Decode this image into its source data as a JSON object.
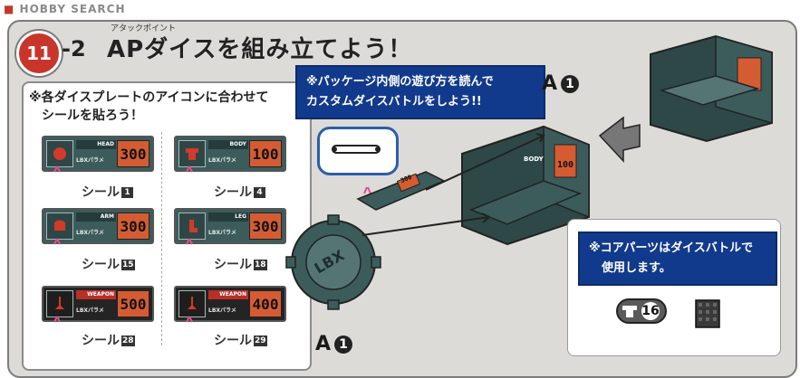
{
  "header": {
    "watermark": "HOBBY SEARCH",
    "step_number": "11",
    "step_sub": "-2",
    "title_ruby": "アタックポイント",
    "title": "APダイスを組み立てよう！"
  },
  "left_panel": {
    "instruction_line1": "※各ダイスプレートのアイコンに合わせて",
    "instruction_line2": "シールを貼ろう！",
    "stickers": [
      {
        "part_en": "HEAD",
        "lbx": "LBXパラメ",
        "value": "300",
        "seal_label": "シール",
        "seal_number": "1"
      },
      {
        "part_en": "BODY",
        "lbx": "LBXパラメ",
        "value": "100",
        "seal_label": "シール",
        "seal_number": "4"
      },
      {
        "part_en": "ARM",
        "lbx": "LBXパラメ",
        "value": "300",
        "seal_label": "シール",
        "seal_number": "15"
      },
      {
        "part_en": "LEG",
        "lbx": "LBXパラメ",
        "value": "300",
        "seal_label": "シール",
        "seal_number": "18"
      },
      {
        "part_en": "WEAPON",
        "lbx": "LBXパラメ",
        "value": "500",
        "seal_label": "シール",
        "seal_number": "28"
      },
      {
        "part_en": "WEAPON",
        "lbx": "LBXパラメ",
        "value": "400",
        "seal_label": "シール",
        "seal_number": "29"
      }
    ]
  },
  "center": {
    "package_note_line1": "※パッケージ内側の遊び方を読んで",
    "package_note_line2": "カスタムダイスバトルをしよう!!",
    "part_label_top": "A",
    "part_label_top_num": "1",
    "part_label_bottom": "A",
    "part_label_bottom_num": "1",
    "dice_value": "100",
    "dice_part": "BODY",
    "plate_value": "300",
    "hub_text": "LBX"
  },
  "core_panel": {
    "note_line1": "※コアパーツはダイスバトルで",
    "note_line2": "使用します。",
    "part_number": "16"
  },
  "colors": {
    "teal": "#3c5c5c",
    "orange": "#d55c32",
    "navy_note": "#123a8c",
    "badge_red": "#c8352a"
  }
}
